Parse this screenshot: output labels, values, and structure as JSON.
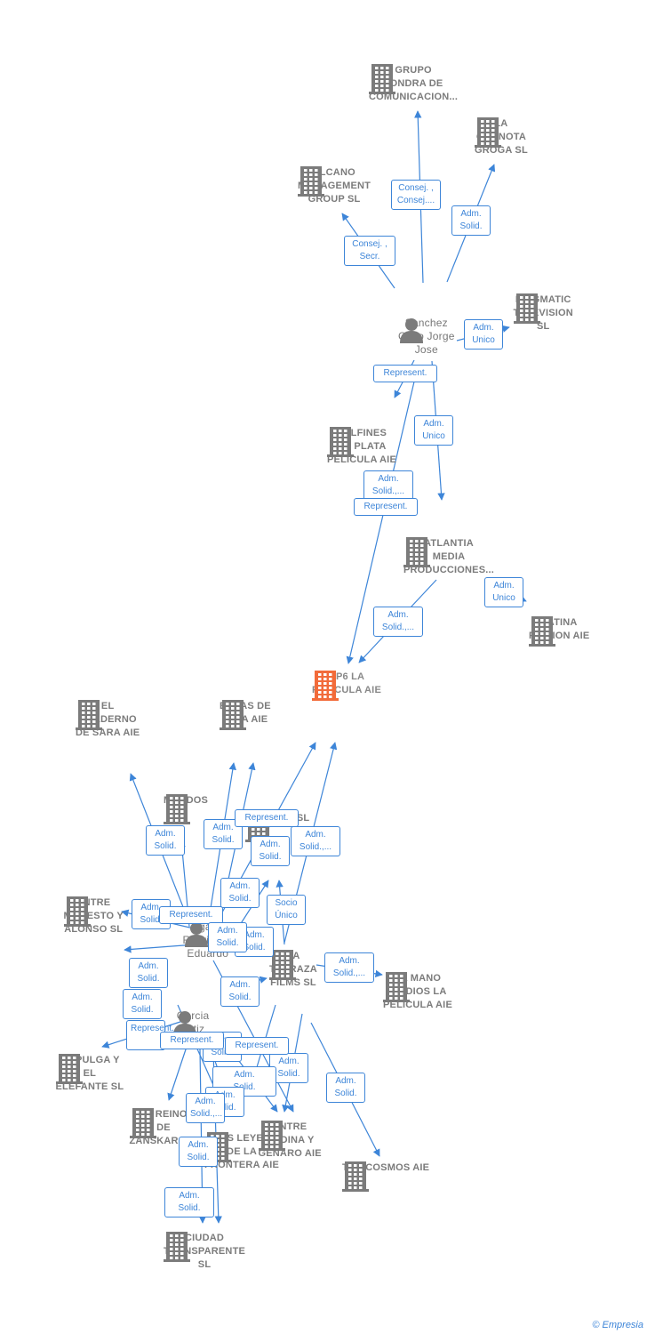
{
  "colors": {
    "edge": "#3d85d8",
    "node": "#7b7b7b",
    "focus": "#f26b3a"
  },
  "nodes": [
    {
      "id": "grupo",
      "label": "GRUPO\nLONDRA DE\nCOMUNICACION...",
      "type": "company"
    },
    {
      "id": "granota",
      "label": "LA\nGRANOTA\nGROGA  SL",
      "type": "company"
    },
    {
      "id": "elcano",
      "label": "ELCANO\nMANAGEMENT\nGROUP  SL",
      "type": "company"
    },
    {
      "id": "enigmatic",
      "label": "ENIGMATIC\nTELEVISION\nSL",
      "type": "company"
    },
    {
      "id": "sanchez",
      "label": "Sanchez\nGallo Jorge\nJose",
      "type": "person"
    },
    {
      "id": "delfines",
      "label": "DELFINES\nDE PLATA\nPELICULA AIE",
      "type": "company"
    },
    {
      "id": "atlantia",
      "label": "ATLANTIA\nMEDIA\nPRODUCCIONES...",
      "type": "company"
    },
    {
      "id": "latina",
      "label": "LATINA\nFICCION AIE",
      "type": "company"
    },
    {
      "id": "ap6",
      "label": "AP6 LA\nPELICULA AIE",
      "type": "focus"
    },
    {
      "id": "cuaderno",
      "label": "EL\nCUADERNO\nDE SARA AIE",
      "type": "company"
    },
    {
      "id": "balas",
      "label": "BALAS DE\nPAJA AIE",
      "type": "company"
    },
    {
      "id": "mundos",
      "label": "MUNDOS",
      "type": "company"
    },
    {
      "id": "terrace",
      "label": "TERRACE  SL",
      "type": "company"
    },
    {
      "id": "entremod",
      "label": "ENTRE\nMODESTO Y\nALONSO  SL",
      "type": "company"
    },
    {
      "id": "ugarte",
      "label": "Ugarte\nRodriguez\nEduardo",
      "type": "person"
    },
    {
      "id": "terraza",
      "label": "LA\nTERRAZA\nFILMS  SL",
      "type": "company"
    },
    {
      "id": "manodios",
      "label": "LA MANO\nDE DIOS LA\nPELICULA AIE",
      "type": "company"
    },
    {
      "id": "garcia",
      "label": "Garcia\nOrtiz\nCristobal",
      "type": "person"
    },
    {
      "id": "pulga",
      "label": "LA PULGA Y\nEL\nELEFANTE  SL",
      "type": "company"
    },
    {
      "id": "reino",
      "label": "EL REINO\nDE\nZANSKAR  AIE",
      "type": "company"
    },
    {
      "id": "leyes",
      "label": "LAS LEYES\nDE LA\nFRONTERA AIE",
      "type": "company"
    },
    {
      "id": "entremed",
      "label": "ENTRE\nMEDINA Y\nGENARO AIE",
      "type": "company"
    },
    {
      "id": "toxi",
      "label": "TOXICOSMOS AIE",
      "type": "company"
    },
    {
      "id": "ciudad",
      "label": "CIUDAD\nTRANSPARENTE\nSL",
      "type": "company"
    }
  ],
  "badges": [
    {
      "id": "b1",
      "text": "Consej. ,\nConsej...."
    },
    {
      "id": "b2",
      "text": "Adm.\nSolid."
    },
    {
      "id": "b3",
      "text": "Consej. ,\nSecr."
    },
    {
      "id": "b4",
      "text": "Adm.\nUnico"
    },
    {
      "id": "b5",
      "text": "Represent."
    },
    {
      "id": "b6",
      "text": "Adm.\nUnico"
    },
    {
      "id": "b7",
      "text": "Adm.\nSolid.,..."
    },
    {
      "id": "b8",
      "text": "Represent."
    },
    {
      "id": "b9",
      "text": "Adm.\nUnico"
    },
    {
      "id": "b10",
      "text": "Adm.\nSolid.,..."
    },
    {
      "id": "b11",
      "text": "Adm.\nSolid."
    },
    {
      "id": "b12",
      "text": "Adm.\nSolid."
    },
    {
      "id": "b13",
      "text": "Represent."
    },
    {
      "id": "b14",
      "text": "Adm.\nSolid."
    },
    {
      "id": "b15",
      "text": "Adm.\nSolid.,..."
    },
    {
      "id": "b16",
      "text": "Adm.\nSolid."
    },
    {
      "id": "b17",
      "text": "Adm.\nSolid."
    },
    {
      "id": "b18",
      "text": "Represent."
    },
    {
      "id": "b19",
      "text": "Socio\nÚnico"
    },
    {
      "id": "b20",
      "text": "Adm.\nSolid."
    },
    {
      "id": "b21",
      "text": "Adm.\nSolid."
    },
    {
      "id": "b22",
      "text": "Adm.\nSolid.,..."
    },
    {
      "id": "b23",
      "text": "Adm.\nSolid."
    },
    {
      "id": "b24",
      "text": "Adm.\nSolid."
    },
    {
      "id": "b25",
      "text": "Adm.\nSolid."
    },
    {
      "id": "b26",
      "text": "Represent."
    },
    {
      "id": "b27",
      "text": "Adm.\nSolid."
    },
    {
      "id": "b28",
      "text": "Represent."
    },
    {
      "id": "b29",
      "text": "Adm.\nSolid."
    },
    {
      "id": "b30",
      "text": "Represent."
    },
    {
      "id": "b31",
      "text": "Adm.\nSolid."
    },
    {
      "id": "b32",
      "text": "Adm.\nSolid."
    },
    {
      "id": "b33",
      "text": "Adm.\nSolid."
    },
    {
      "id": "b34",
      "text": "Adm.\nSolid.,..."
    },
    {
      "id": "b35",
      "text": "Adm.\nSolid."
    },
    {
      "id": "b36",
      "text": "Adm.\nSolid."
    }
  ],
  "credit": "© Empresia"
}
